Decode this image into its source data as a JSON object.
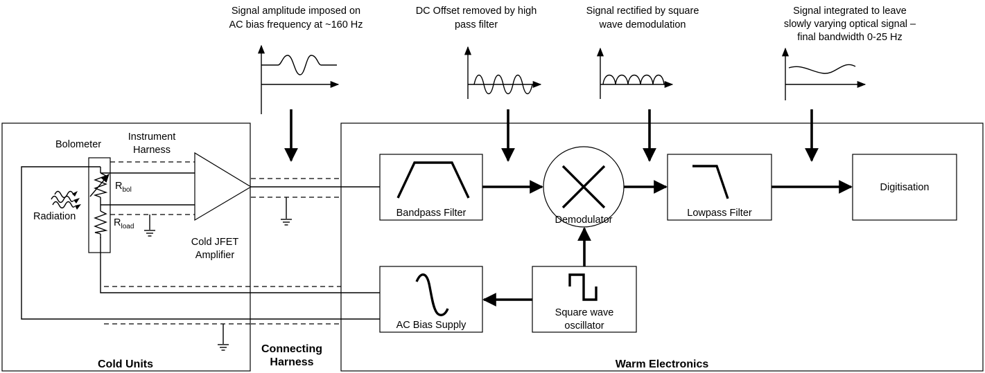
{
  "annotations": {
    "amplitude": [
      "Signal amplitude imposed on",
      "AC bias frequency at ~160 Hz"
    ],
    "dc_offset": [
      "DC Offset removed by high",
      "pass filter"
    ],
    "rectified": [
      "Signal rectified by square",
      "wave demodulation"
    ],
    "integrated": [
      "Signal integrated to leave",
      "slowly varying optical signal –",
      "final bandwidth 0-25 Hz"
    ]
  },
  "cold_units": {
    "title": "Cold Units",
    "bolometer_label": "Bolometer",
    "instrument_harness": [
      "Instrument",
      "Harness"
    ],
    "radiation_label": "Radiation",
    "r_bol": {
      "main": "R",
      "sub": "bol"
    },
    "r_load": {
      "main": "R",
      "sub": "load"
    },
    "jfet": [
      "Cold JFET",
      "Amplifier"
    ]
  },
  "connecting_harness": [
    "Connecting",
    "Harness"
  ],
  "warm_electronics": {
    "title": "Warm Electronics",
    "bandpass": "Bandpass Filter",
    "demodulator": "Demodulator",
    "lowpass": "Lowpass Filter",
    "digitisation": "Digitisation",
    "ac_bias": "AC Bias Supply",
    "oscillator": [
      "Square wave",
      "oscillator"
    ]
  },
  "icons": {
    "radiation": "radiation-wave-icon",
    "ground": "ground-symbol-icon",
    "multiply": "multiplier-cross-icon",
    "sine": "sine-wave-icon",
    "square": "square-wave-icon"
  }
}
